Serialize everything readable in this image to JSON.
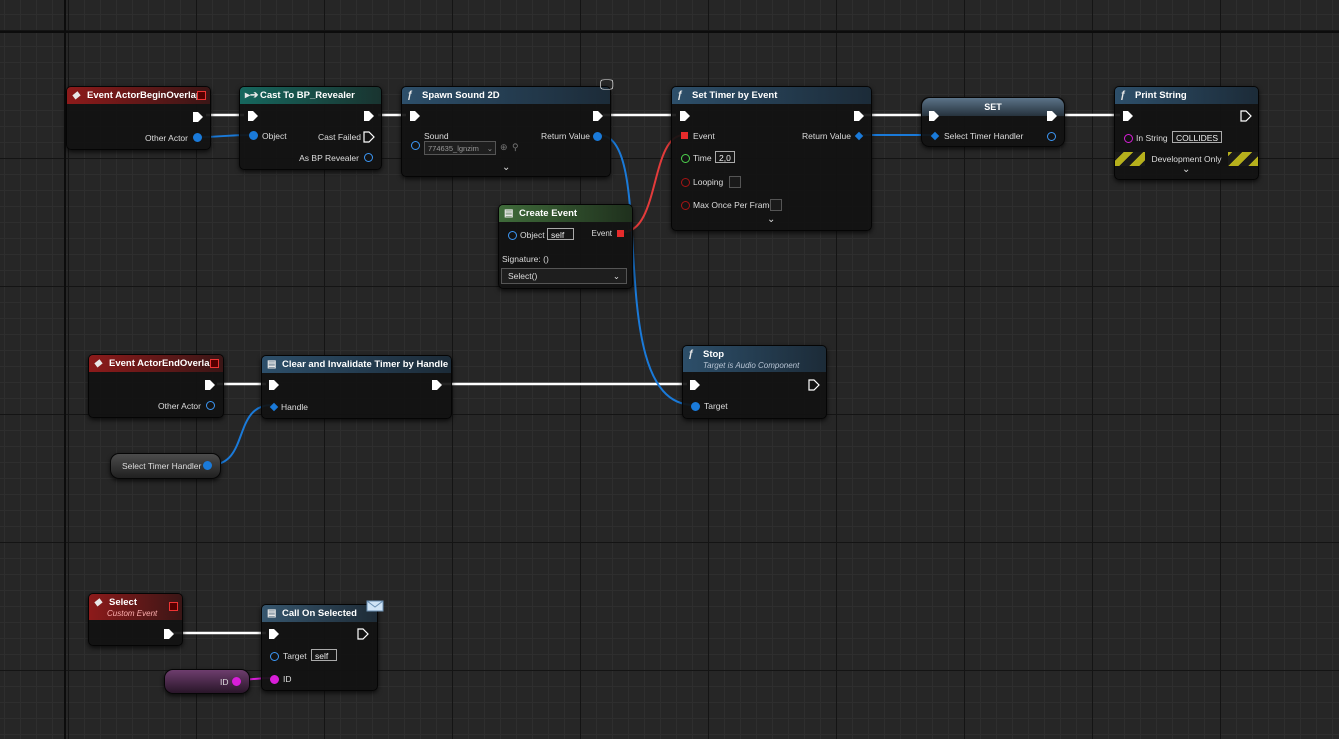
{
  "nodes": {
    "begin_overlap": {
      "title": "Event ActorBeginOverlap",
      "other_actor": "Other Actor"
    },
    "cast": {
      "title": "Cast To BP_Revealer",
      "object": "Object",
      "cast_failed": "Cast Failed",
      "as_bp": "As BP Revealer"
    },
    "spawn_sound": {
      "title": "Spawn Sound 2D",
      "sound": "Sound",
      "sound_value": "774635_lgnzim",
      "return_value": "Return Value"
    },
    "set_timer": {
      "title": "Set Timer by Event",
      "event": "Event",
      "time": "Time",
      "time_value": "2,0",
      "looping": "Looping",
      "max_once": "Max Once Per Frame",
      "return_value": "Return Value"
    },
    "set_var": {
      "title": "SET",
      "var": "Select Timer Handler"
    },
    "print_string": {
      "title": "Print String",
      "in_string": "In String",
      "in_string_value": "COLLIDES",
      "dev_only": "Development Only"
    },
    "create_event": {
      "title": "Create Event",
      "object": "Object",
      "object_value": "self",
      "event": "Event",
      "signature": "Signature: ()",
      "select": "Select()"
    },
    "end_overlap": {
      "title": "Event ActorEndOverlap",
      "other_actor": "Other Actor"
    },
    "clear_timer": {
      "title": "Clear and Invalidate Timer by Handle",
      "handle": "Handle"
    },
    "stop": {
      "title": "Stop",
      "subtitle": "Target is Audio Component",
      "target": "Target"
    },
    "var_get_timer": {
      "label": "Select Timer Handler"
    },
    "select_event": {
      "title": "Select",
      "subtitle": "Custom Event"
    },
    "call_on_selected": {
      "title": "Call On Selected",
      "target": "Target",
      "target_value": "self",
      "id": "ID"
    },
    "var_get_id": {
      "label": "ID"
    }
  },
  "colors": {
    "exec_wire": "#ffffff",
    "object_wire": "#1a7ad9",
    "event_wire": "#e33b3b",
    "name_wire": "#d81ed8"
  }
}
